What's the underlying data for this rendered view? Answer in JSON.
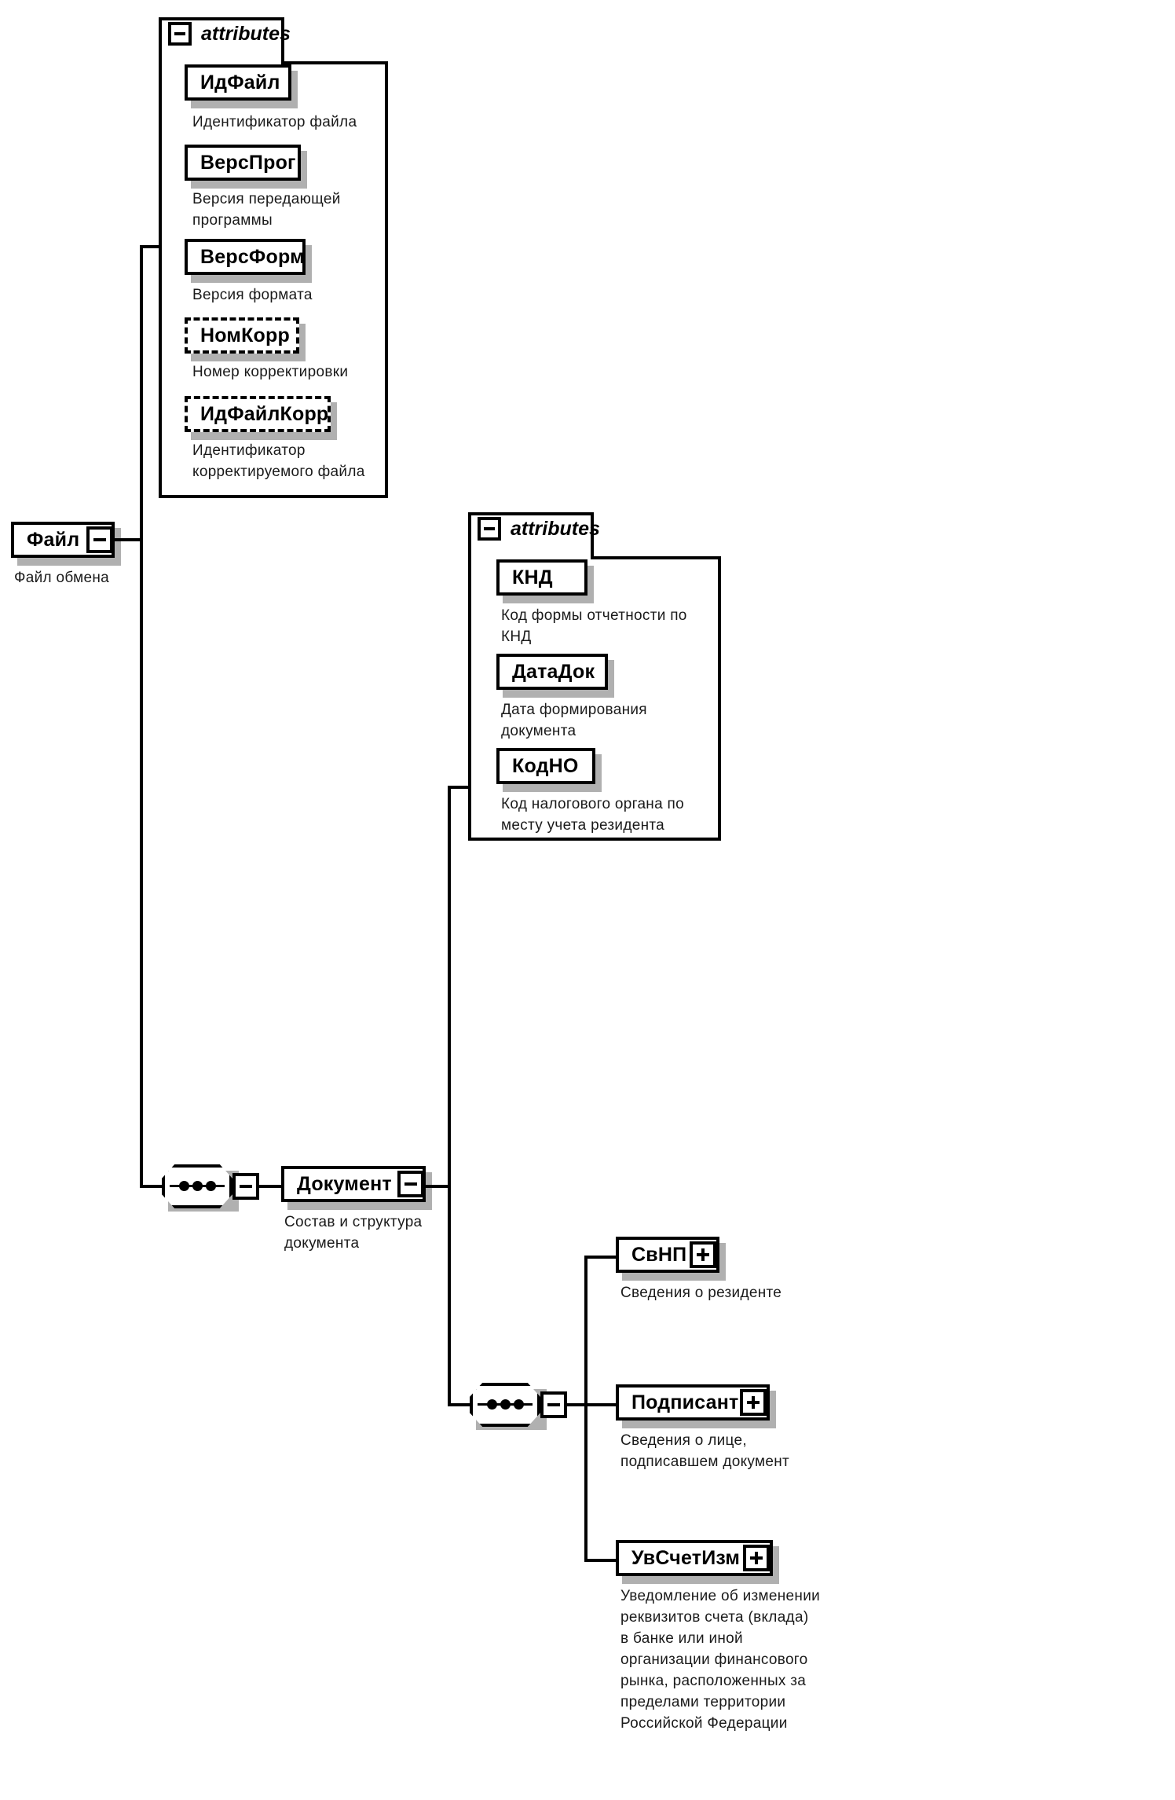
{
  "diagram": {
    "type": "xsd-schema-tree",
    "root": {
      "name": "Файл",
      "description": "Файл обмена",
      "expander": "minus"
    },
    "file_attributes": {
      "header": "attributes",
      "items": [
        {
          "name": "ИдФайл",
          "description": "Идентификатор файла",
          "optional": false
        },
        {
          "name": "ВерсПрог",
          "description": "Версия передающей\nпрограммы",
          "optional": false
        },
        {
          "name": "ВерсФорм",
          "description": "Версия формата",
          "optional": false
        },
        {
          "name": "НомКорр",
          "description": "Номер корректировки",
          "optional": true
        },
        {
          "name": "ИдФайлКорр",
          "description": "Идентификатор\nкорректируемого файла",
          "optional": true
        }
      ]
    },
    "document": {
      "name": "Документ",
      "description": "Состав и структура\nдокумента",
      "expander": "minus",
      "compositor": "sequence"
    },
    "document_attributes": {
      "header": "attributes",
      "items": [
        {
          "name": "КНД",
          "description": "Код формы отчетности по\nКНД",
          "optional": false
        },
        {
          "name": "ДатаДок",
          "description": "Дата формирования\nдокумента",
          "optional": false
        },
        {
          "name": "КодНО",
          "description": "Код налогового органа по\nместу учета резидента",
          "optional": false
        }
      ]
    },
    "document_children": {
      "compositor": "sequence",
      "items": [
        {
          "name": "СвНП",
          "description": "Сведения о резиденте",
          "expander": "plus"
        },
        {
          "name": "Подписант",
          "description": "Сведения о лице,\nподписавшем документ",
          "expander": "plus"
        },
        {
          "name": "УвСчетИзм",
          "description": "Уведомление об изменении\nреквизитов счета (вклада)\nв банке или иной\nорганизации финансового\nрынка, расположенных за\nпределами территории\nРоссийской Федерации",
          "expander": "plus"
        }
      ]
    }
  }
}
